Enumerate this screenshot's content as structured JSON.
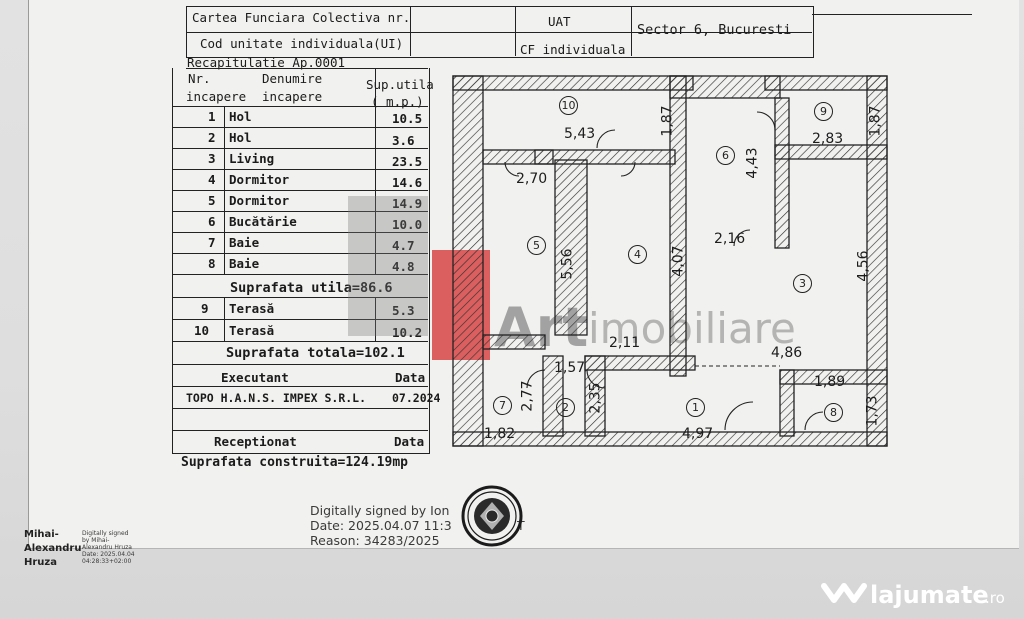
{
  "header": {
    "cf_colectiva_label": "Cartea Funciara Colectiva nr.",
    "cod_unitate_label": "Cod unitate individuala(UI)",
    "uat_label": "UAT",
    "uat_value": "Sector 6, Bucuresti",
    "cf_individuala_label": "CF individuala"
  },
  "recap": {
    "title": "Recapitulatie Ap.0001",
    "col_nr": "Nr.",
    "col_incapere": "incapere",
    "col_denumire": "Denumire",
    "col_denumire2": "incapere",
    "col_sup": "Sup.utila",
    "col_unit": "( m.p.)",
    "rooms": [
      {
        "nr": "1",
        "name": "Hol",
        "area": "10.5"
      },
      {
        "nr": "2",
        "name": "Hol",
        "area": "3.6"
      },
      {
        "nr": "3",
        "name": "Living",
        "area": "23.5"
      },
      {
        "nr": "4",
        "name": "Dormitor",
        "area": "14.6"
      },
      {
        "nr": "5",
        "name": "Dormitor",
        "area": "14.9"
      },
      {
        "nr": "6",
        "name": "Bucătărie",
        "area": "10.0"
      },
      {
        "nr": "7",
        "name": "Baie",
        "area": "4.7"
      },
      {
        "nr": "8",
        "name": "Baie",
        "area": "4.8"
      }
    ],
    "suprafata_utila": "Suprafata utila=86.6",
    "terraces": [
      {
        "nr": "9",
        "name": "Terasă",
        "area": "5.3"
      },
      {
        "nr": "10",
        "name": "Terasă",
        "area": "10.2"
      }
    ],
    "suprafata_totala": "Suprafata totala=102.1",
    "executant_label": "Executant",
    "data_label": "Data",
    "executant_value": "TOPO H.A.N.S. IMPEX S.R.L.",
    "executant_date": "07.2024",
    "receptionat_label": "Receptionat",
    "data_label2": "Data",
    "suprafata_construita": "Suprafata construita=124.19mp"
  },
  "plan": {
    "room_numbers": [
      "10",
      "9",
      "6",
      "5",
      "4",
      "3",
      "7",
      "2",
      "1",
      "8"
    ],
    "dims": {
      "d543": "5,43",
      "d187a": "1,87",
      "d283": "2,83",
      "d187b": "1,87",
      "d443": "4,43",
      "d270": "2,70",
      "d556": "5,56",
      "d407": "4,07",
      "d216": "2,16",
      "d456": "4,56",
      "d211": "2,11",
      "d157": "1,57",
      "d486": "4,86",
      "d277": "2,77",
      "d235": "2,35",
      "d189": "1,89",
      "d173": "1,73",
      "d182": "1,82",
      "d497": "4,97"
    }
  },
  "signature": {
    "line1": "Digitally signed by Ion",
    "line2": "Date: 2025.04.07 11:3",
    "line2_tail": "T",
    "line3": "Reason: 34283/2025",
    "signer_first": "Mihai-",
    "signer_mid": "Alexandru",
    "signer_last": "Hruza",
    "small1": "Digitally signed",
    "small2": "by Mihai-",
    "small3": "Alexandru Hruza",
    "small4": "Date: 2025.04.04",
    "small5": "04:28:33+02:00"
  },
  "watermark": {
    "art": "Art",
    "imobiliare": "imobiliare"
  },
  "brand": {
    "name": "lajumate",
    "tld": ".ro"
  },
  "colors": {
    "accent_red": "#d63636",
    "ink": "#1b1b1b",
    "hatch": "#333333"
  }
}
